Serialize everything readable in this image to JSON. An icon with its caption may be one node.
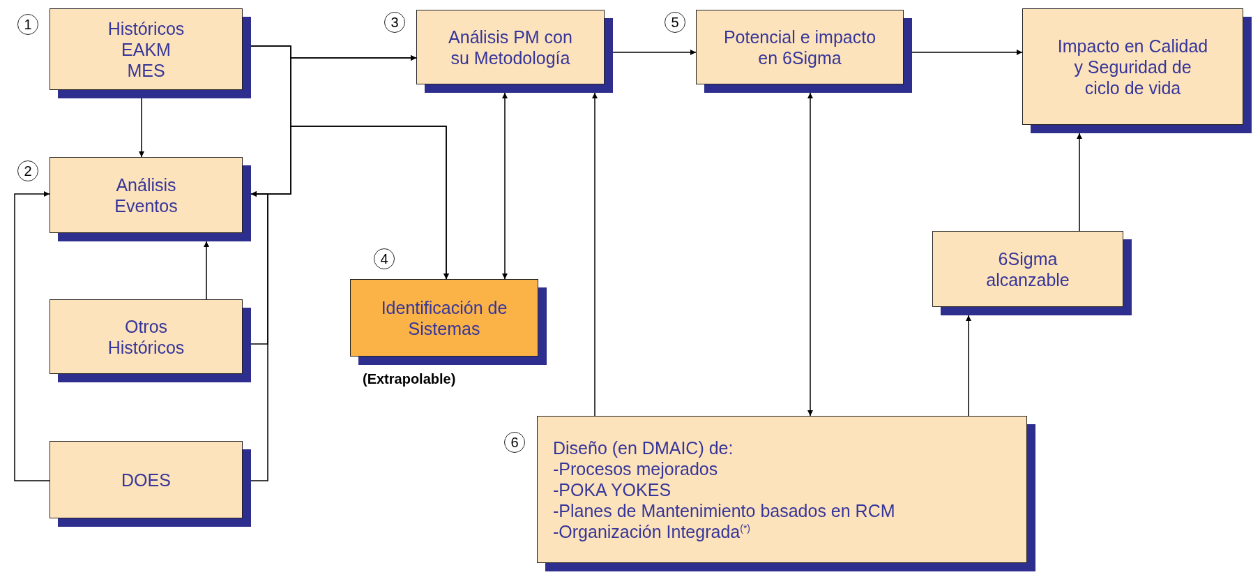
{
  "diagram": {
    "nodes": [
      {
        "text": [
          "1"
        ]
      },
      {
        "text": [
          "Históricos EAKM MES"
        ]
      },
      {
        "text": [
          "3"
        ]
      },
      {
        "text": [
          "Análisis PM con su Metodología"
        ]
      },
      {
        "text": [
          "5"
        ]
      },
      {
        "text": [
          "Potencial e impacto en 6Sigma"
        ]
      },
      {
        "text": [
          "Impacto en Calidad y Seguridad de ciclo de vida"
        ]
      },
      {
        "text": [
          "2"
        ]
      },
      {
        "text": [
          "Análisis Eventos"
        ]
      },
      {
        "text": [
          "4"
        ]
      },
      {
        "text": [
          "Identificación de Sistemas"
        ]
      },
      {
        "text": [
          "6Sigma alcanzable"
        ]
      },
      {
        "text": [
          "Otros Históricos"
        ]
      },
      {
        "text": [
          "6"
        ]
      },
      {
        "text": [
          "Diseño (en DMAIC) de:",
          "-Procesos mejorados",
          "-POKA YOKES",
          "-Planes de Mantenimiento basados en RCM",
          "-Organización Integrada$^{(*)}$"
        ]
      },
      {
        "text": [
          "DOES"
        ]
      }
    ],
    "edges": [
      {
        "from": 1,
        "to": 3,
        "arrow": "to"
      },
      {
        "from": 8,
        "to": 3,
        "arrow": "to"
      },
      {
        "from": 1,
        "to": 10,
        "arrow": "to"
      },
      {
        "from": 8,
        "to": 10,
        "arrow": "to"
      },
      {
        "from": 1,
        "to": 8,
        "arrow": "to"
      },
      {
        "from": 12,
        "to": 8,
        "arrow": "to"
      },
      {
        "from": 12,
        "to": 8,
        "arrow": "to"
      },
      {
        "from": 15,
        "to": 8,
        "arrow": "to"
      },
      {
        "from": 15,
        "to": 8,
        "arrow": "to"
      },
      {
        "from": 3,
        "to": 10,
        "arrow": "both"
      },
      {
        "from": 14,
        "to": 3,
        "arrow": "to"
      },
      {
        "from": 3,
        "to": 5,
        "arrow": "to"
      },
      {
        "from": 5,
        "to": 6,
        "arrow": "to"
      },
      {
        "from": 5,
        "to": 14,
        "arrow": "both"
      },
      {
        "from": 14,
        "to": 11,
        "arrow": "to"
      },
      {
        "from": 11,
        "to": 6,
        "arrow": "to"
      }
    ],
    "labels": [
      "(Extrapolable)"
    ]
  }
}
